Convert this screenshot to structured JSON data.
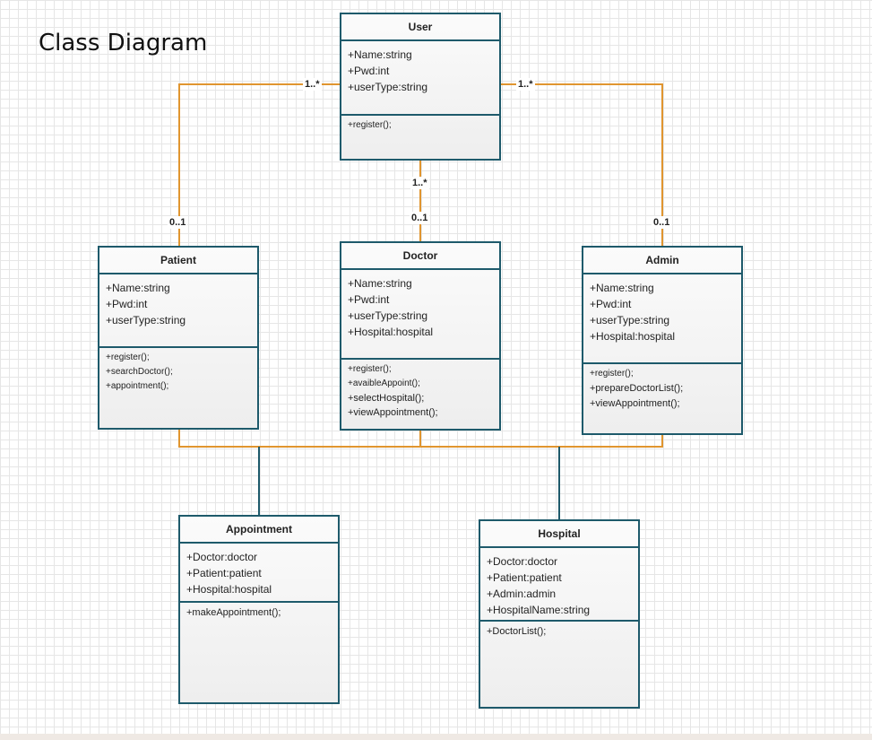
{
  "title": "Class Diagram",
  "colors": {
    "association": "#e0952f",
    "dependency": "#1e5a6b",
    "class_border": "#1e5a6b"
  },
  "classes": {
    "user": {
      "name": "User",
      "attributes": [
        "+Name:string",
        "+Pwd:int",
        "+userType:string"
      ],
      "operations": [
        "+register();"
      ]
    },
    "patient": {
      "name": "Patient",
      "attributes": [
        "+Name:string",
        "+Pwd:int",
        "+userType:string"
      ],
      "operations": [
        "+register();",
        "+searchDoctor();",
        "+appointment();"
      ]
    },
    "doctor": {
      "name": "Doctor",
      "attributes": [
        "+Name:string",
        "+Pwd:int",
        "+userType:string",
        "+Hospital:hospital"
      ],
      "operations": [
        "+register();",
        "+avaibleAppoint();",
        "+selectHospital();",
        "+viewAppointment();"
      ]
    },
    "admin": {
      "name": "Admin",
      "attributes": [
        "+Name:string",
        "+Pwd:int",
        "+userType:string",
        "+Hospital:hospital"
      ],
      "operations": [
        "+register();",
        "+prepareDoctorList();",
        "+viewAppointment();"
      ]
    },
    "appointment": {
      "name": "Appointment",
      "attributes": [
        "+Doctor:doctor",
        "+Patient:patient",
        "+Hospital:hospital"
      ],
      "operations": [
        "+makeAppointment();"
      ]
    },
    "hospital": {
      "name": "Hospital",
      "attributes": [
        "+Doctor:doctor",
        "+Patient:patient",
        "+Admin:admin",
        "+HospitalName:string"
      ],
      "operations": [
        "+DoctorList();"
      ]
    }
  },
  "multiplicities": {
    "user_patient_user_end": "1..*",
    "user_admin_user_end": "1..*",
    "user_doctor_user_end": "1..*",
    "user_doctor_doctor_end": "0..1",
    "user_patient_patient_end": "0..1",
    "user_admin_admin_end": "0..1"
  }
}
